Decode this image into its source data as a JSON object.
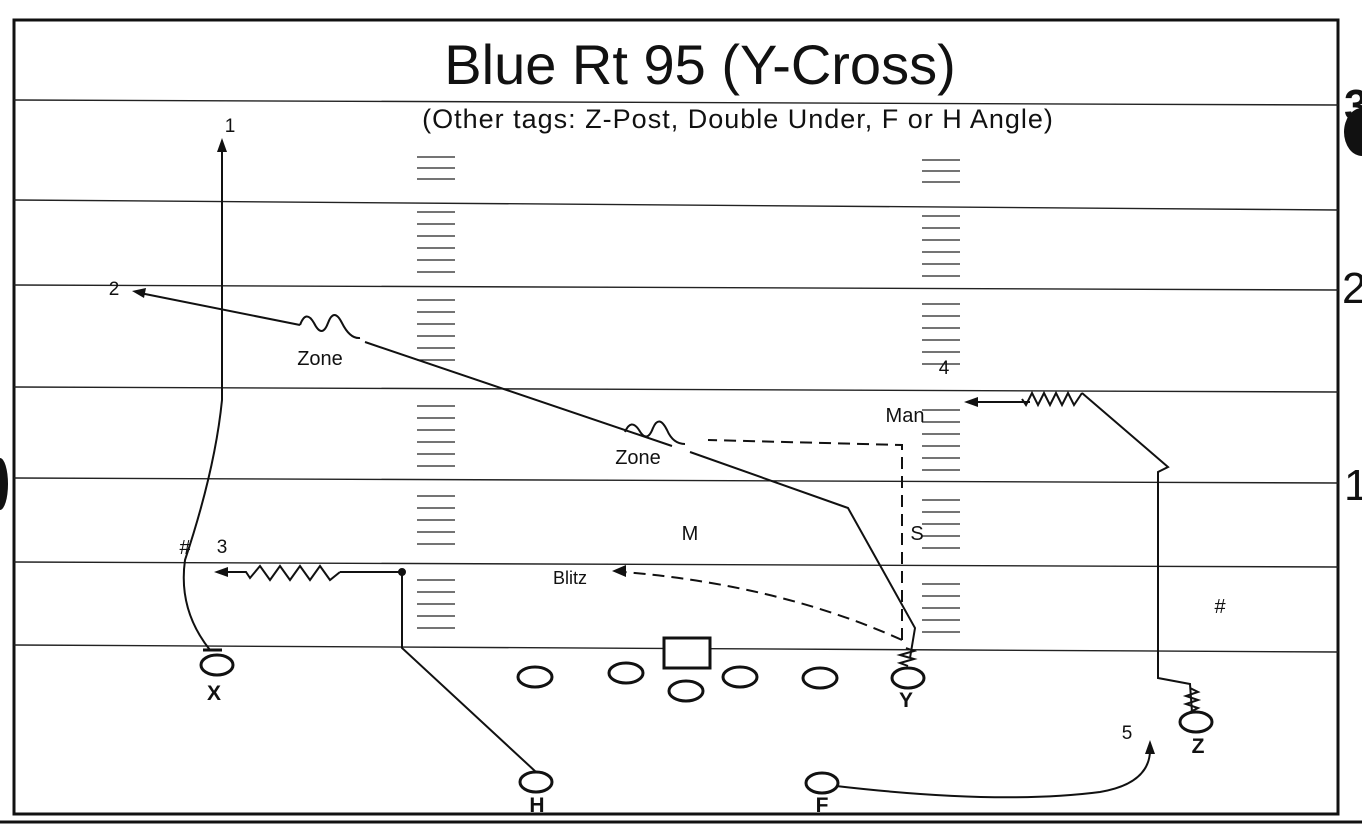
{
  "diagram": {
    "title": "Blue Rt 95 (Y-Cross)",
    "subtitle": "(Other tags: Z-Post, Double Under, F or H Angle)",
    "players": {
      "X": "X",
      "Y": "Y",
      "Z": "Z",
      "H": "H",
      "F": "F"
    },
    "defenders": {
      "mike": "M",
      "sam": "S"
    },
    "route_numbers": [
      "1",
      "2",
      "3",
      "4",
      "5"
    ],
    "coverage_labels": {
      "zone_deep": "Zone",
      "zone_mid": "Zone",
      "man": "Man",
      "blitz": "Blitz"
    },
    "marks": {
      "left_hash": "#",
      "right_hash": "#"
    },
    "edge_numbers": {
      "right_top": "3",
      "right_mid": "2",
      "right_low": "1"
    }
  }
}
